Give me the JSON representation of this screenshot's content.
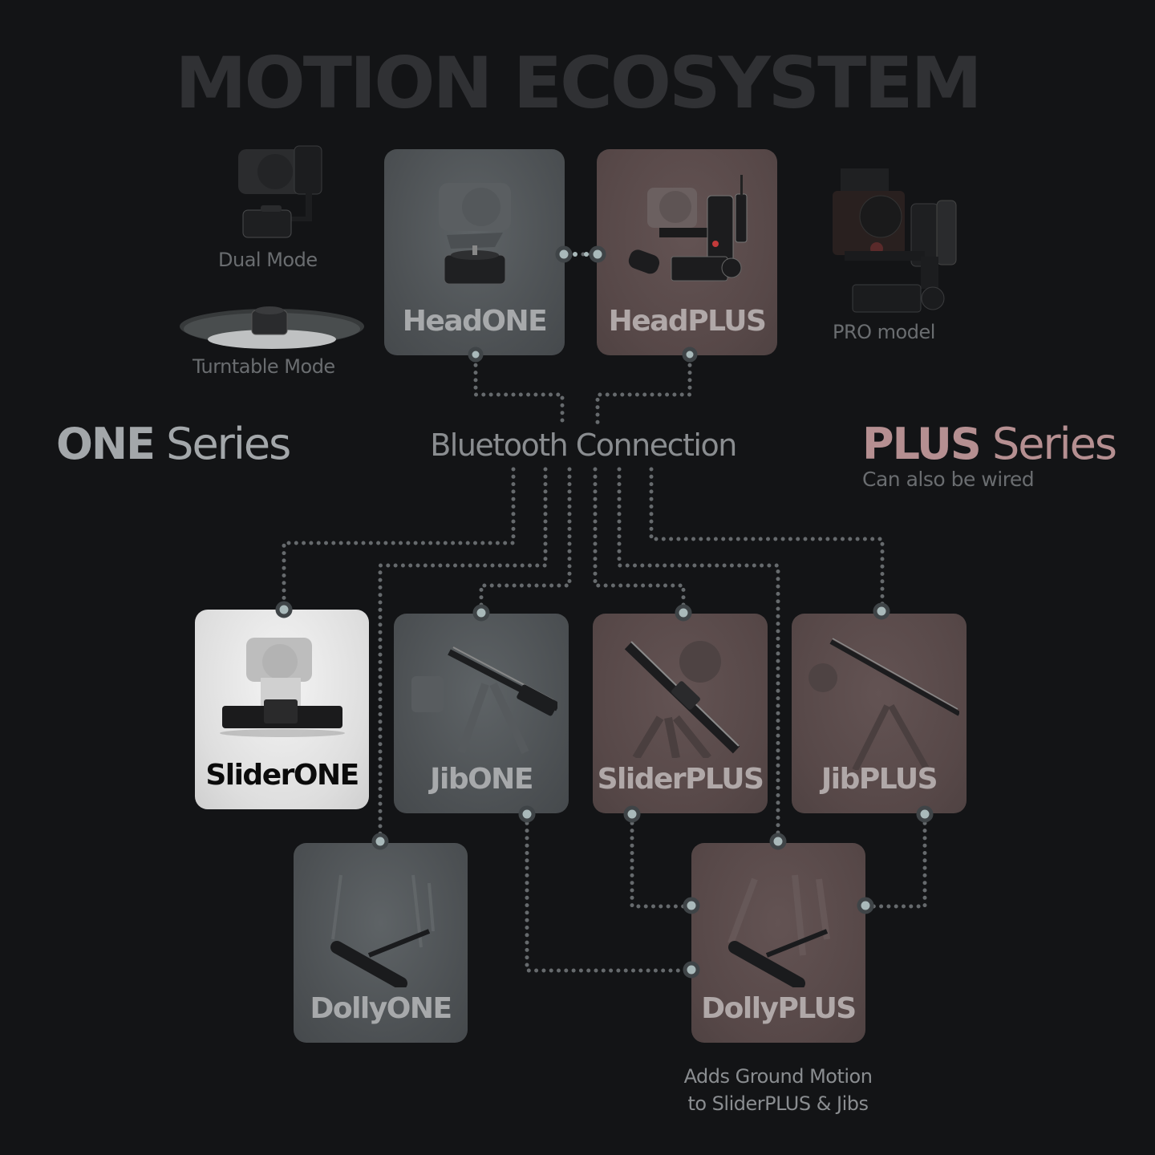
{
  "title": "MOTION ECOSYSTEM",
  "colors": {
    "background": "#131416",
    "one_card": "#4f5356",
    "plus_card": "#5a4a4a",
    "highlight_card": "#e4e4e4",
    "connector_dot": "#666a6d",
    "node_fill": "#a9b9ba",
    "one_series_text": "#a3a7aa",
    "plus_series_text": "#b58f91",
    "muted_text": "#6a6d70"
  },
  "modes": {
    "dual_mode": "Dual Mode",
    "turntable_mode": "Turntable Mode",
    "pro_model": "PRO model"
  },
  "series": {
    "one": {
      "bold": "ONE",
      "rest": " Series"
    },
    "plus": {
      "bold": "PLUS",
      "rest": " Series",
      "subtitle": "Can also be wired"
    }
  },
  "connection_label": "Bluetooth Connection",
  "heads": [
    {
      "name": "HeadONE",
      "series": "ONE"
    },
    {
      "name": "HeadPLUS",
      "series": "PLUS"
    }
  ],
  "accessories": [
    {
      "name": "SliderONE",
      "series": "ONE",
      "highlighted": true
    },
    {
      "name": "JibONE",
      "series": "ONE"
    },
    {
      "name": "SliderPLUS",
      "series": "PLUS"
    },
    {
      "name": "JibPLUS",
      "series": "PLUS"
    }
  ],
  "dollies": [
    {
      "name": "DollyONE",
      "series": "ONE"
    },
    {
      "name": "DollyPLUS",
      "series": "PLUS"
    }
  ],
  "dolly_caption": {
    "line1": "Adds Ground Motion",
    "line2": "to SliderPLUS & Jibs"
  }
}
